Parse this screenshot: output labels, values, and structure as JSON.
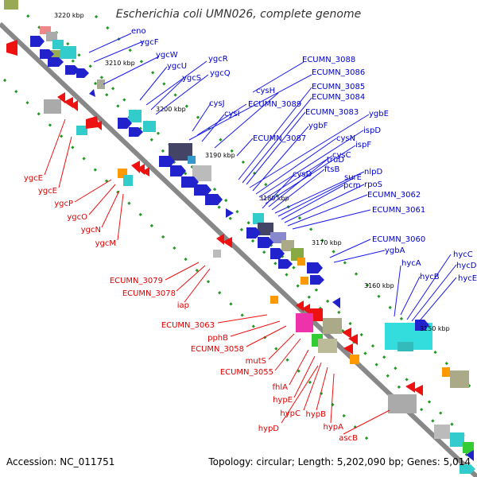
{
  "title": "Escherichia coli UMN026, complete genome",
  "footer": {
    "accession": "Accession: NC_011751",
    "topology": "Topology: circular; Length: 5,202,090 bp; Genes: 5,014"
  },
  "ticks": [
    "3220 kbp",
    "3210 kbp",
    "3200 kbp",
    "3190 kbp",
    "3180 kbp",
    "3170 kbp",
    "3160 kbp",
    "3150 kbp"
  ],
  "labels_top": [
    "eno",
    "ygcF",
    "ygcW",
    "ygcR",
    "ygcU",
    "ygcS",
    "ygcQ",
    "ECUMN_3088",
    "ECUMN_3086",
    "cysH",
    "ECUMN_3085",
    "ECUMN_3084",
    "cysJ",
    "ECUMN_3089",
    "cysI",
    "ECUMN_3083",
    "ygbE",
    "ygbF",
    "ECUMN_3087",
    "cysN",
    "ispD",
    "cysC",
    "ispF",
    "truD",
    "ftsB",
    "cysD",
    "nlpD",
    "surE",
    "pcm",
    "rpoS",
    "ECUMN_3062",
    "ECUMN_3061",
    "ECUMN_3060",
    "ygbA",
    "hycA",
    "hycB",
    "hycC",
    "hycD",
    "hycE"
  ],
  "labels_bottom": [
    "ygcE",
    "ygcE",
    "ygcP",
    "ygcO",
    "ygcN",
    "ygcM",
    "ECUMN_3079",
    "ECUMN_3078",
    "iap",
    "ECUMN_3063",
    "pphB",
    "ECUMN_3058",
    "mutS",
    "ECUMN_3055",
    "fhlA",
    "hypE",
    "hypC",
    "hypB",
    "hypD",
    "hypA",
    "ascB"
  ],
  "colors": {
    "top_label": "#0000cc",
    "bottom_label": "#dd0000",
    "axis": "#888888",
    "tick": "#228822"
  }
}
